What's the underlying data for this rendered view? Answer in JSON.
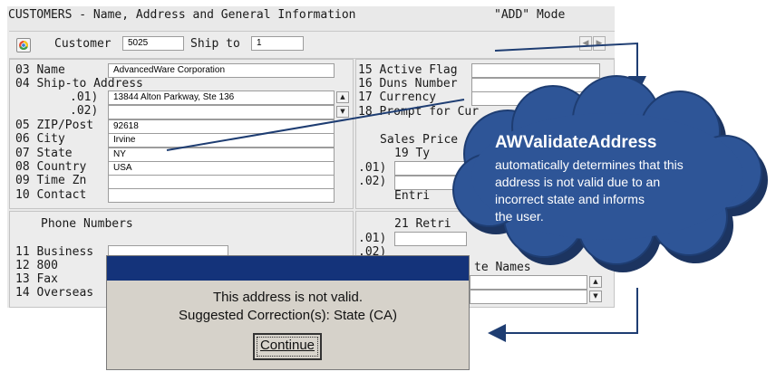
{
  "window": {
    "title": "CUSTOMERS - Name, Address and General Information",
    "mode": "\"ADD\" Mode"
  },
  "top_row": {
    "customer_label": "Customer",
    "customer_value": "5025",
    "ship_to_label": "Ship to",
    "ship_to_value": "1",
    "icon": "browser-icon",
    "prev_label": "◀",
    "next_label": "▶"
  },
  "left_fields": {
    "name_label": "03 Name",
    "name_value": "AdvancedWare Corporation",
    "ship_to_address_label": "04 Ship-to Address",
    "addr1_label": ".01)",
    "addr1_value": "13844 Alton Parkway, Ste 136",
    "addr2_label": ".02)",
    "addr2_value": "",
    "zip_label": "05 ZIP/Post",
    "zip_value": "92618",
    "city_label": "06 City",
    "city_value": "Irvine",
    "state_label": "07 State",
    "state_value": "NY",
    "country_label": "08 Country",
    "country_value": "USA",
    "timezone_label": "09 Time Zn",
    "timezone_value": "",
    "contact_label": "10 Contact",
    "contact_value": ""
  },
  "right_fields": {
    "active_flag_label": "15 Active Flag",
    "duns_label": "16 Duns Number",
    "currency_label": "17 Currency",
    "prompt_label": "18 Prompt for Cur",
    "sales_price_label": "Sales Price",
    "types_label": "19 Ty",
    "r01_label": ".01)",
    "r02_label": ".02)",
    "entries_label": "Entri",
    "retrieve_label": "21 Retri",
    "s01_label": ".01)",
    "s02_label": ".02)",
    "alternate_names_label": "te Names"
  },
  "phone": {
    "header": "Phone Numbers",
    "business_label": "11 Business",
    "n800_label": "12 800",
    "fax_label": "13 Fax",
    "overseas_label": "14 Overseas"
  },
  "dialog": {
    "line1": "This address is not valid.",
    "line2": "Suggested Correction(s): State (CA)",
    "button": "Continue"
  },
  "callout": {
    "title": "AWValidateAddress",
    "body_lines": [
      "automatically determines that this",
      "address is not valid due to an",
      "incorrect state and informs",
      "the user."
    ],
    "fill_color": "#2e5597",
    "border_color": "#1e3d72"
  }
}
